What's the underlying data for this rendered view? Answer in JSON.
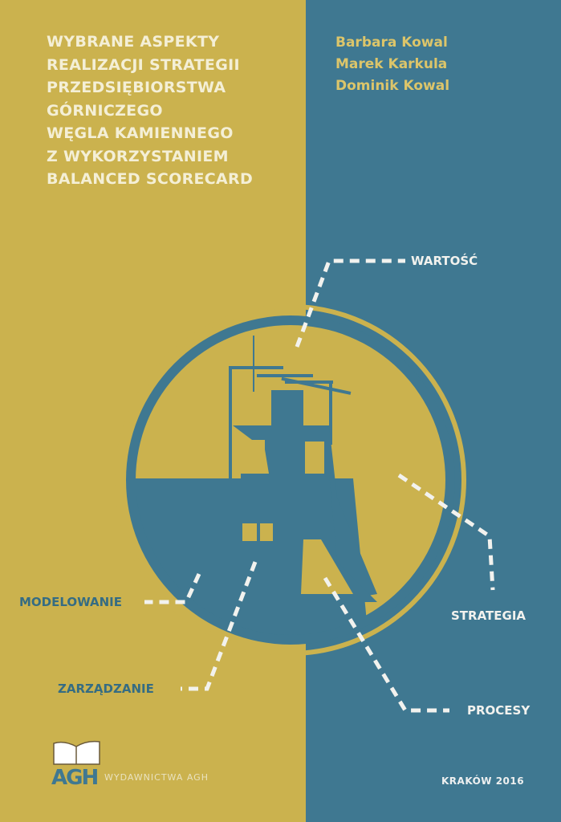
{
  "cover": {
    "title_lines": [
      "WYBRANE ASPEKTY",
      "REALIZACJI STRATEGII",
      "PRZEDSIĘBIORSTWA",
      "GÓRNICZEGO",
      "WĘGLA KAMIENNEGO",
      "Z WYKORZYSTANIEM",
      "BALANCED SCORECARD"
    ],
    "authors": [
      "Barbara Kowal",
      "Marek Karkula",
      "Dominik Kowal"
    ],
    "labels": {
      "wartosc": "WARTOŚĆ",
      "strategia": "STRATEGIA",
      "procesy": "PROCESY",
      "modelowanie": "MODELOWANIE",
      "zarzadzanie": "ZARZĄDZANIE"
    },
    "publisher": "WYDAWNICTWA AGH",
    "logo_text": "AGH",
    "place_year": "KRAKÓW 2016",
    "colors": {
      "yellow": "#cbb24e",
      "blue": "#3f7891"
    }
  }
}
